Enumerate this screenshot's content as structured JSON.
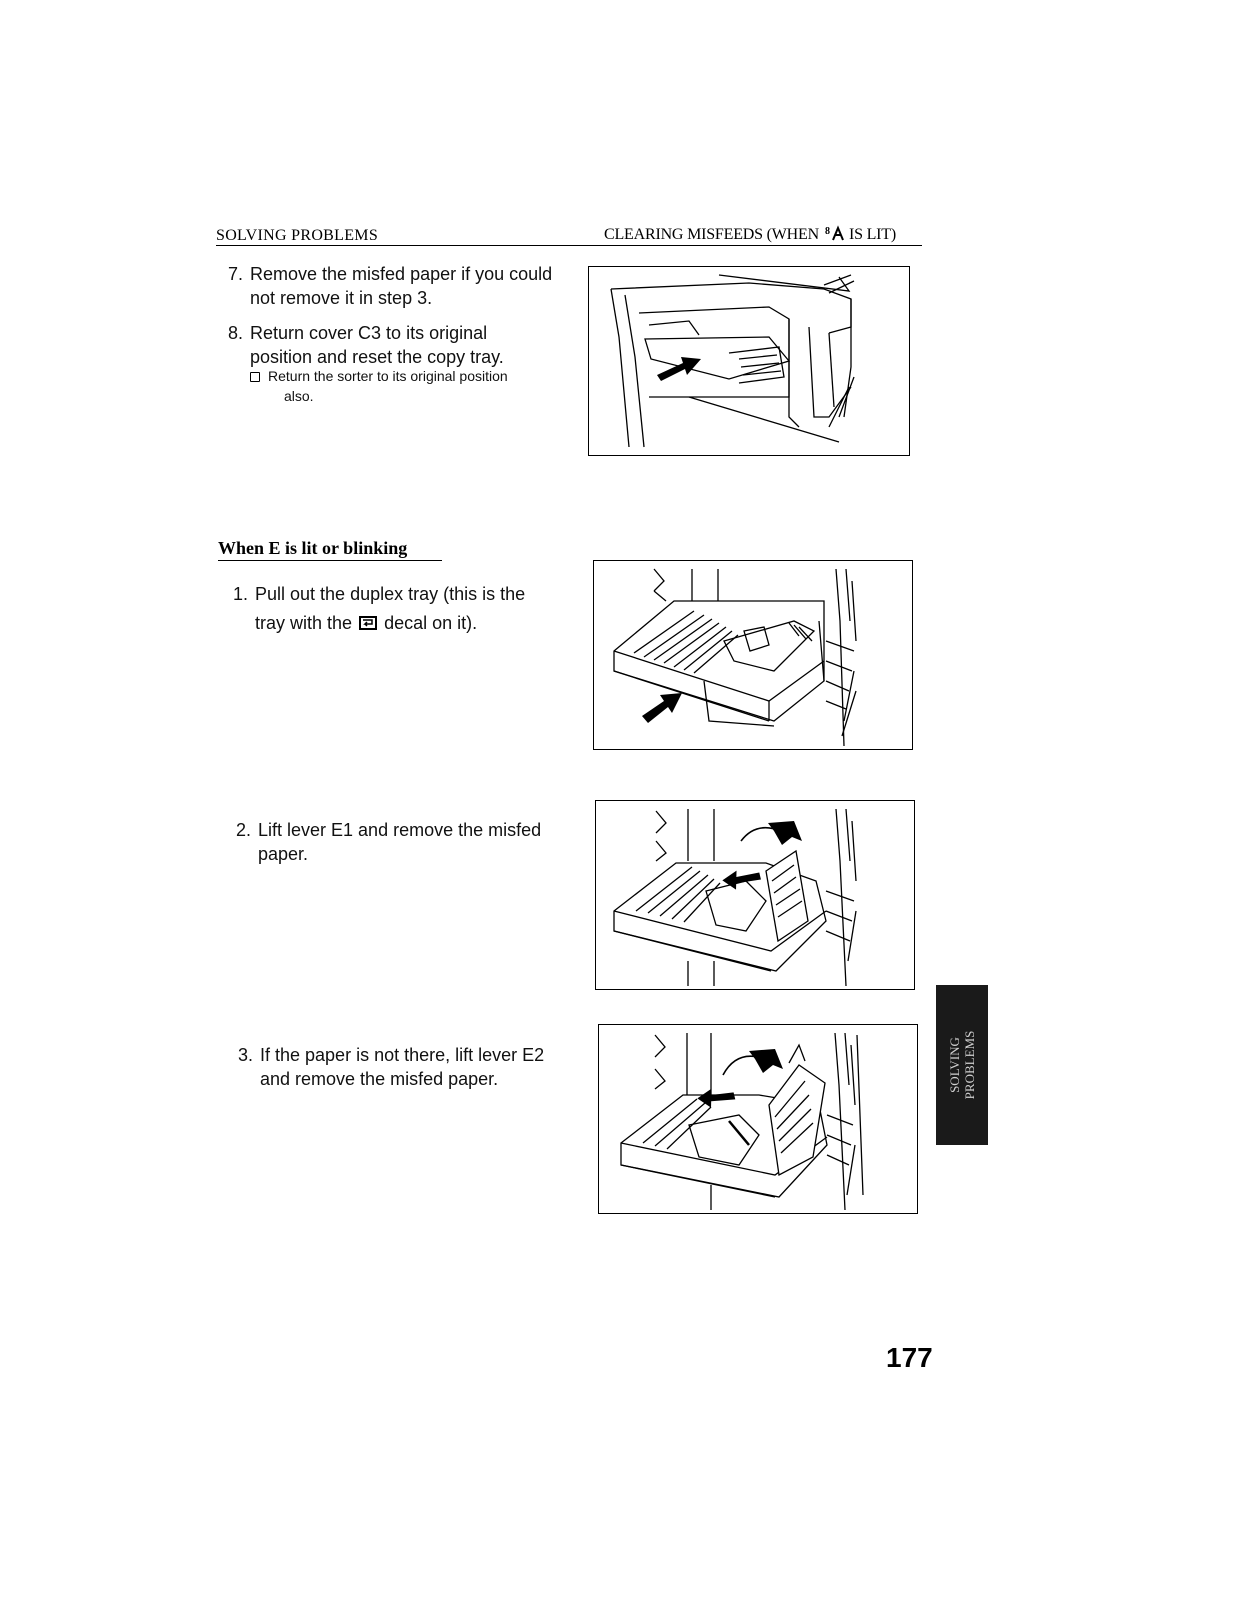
{
  "header": {
    "section": "SOLVING PROBLEMS",
    "title_prefix": "CLEARING MISFEEDS (WHEN",
    "title_suffix": "IS LIT)",
    "indicator_icon": "misfeed-indicator-icon"
  },
  "steps_a": [
    {
      "num": "7.",
      "lines": [
        "Remove the misfed paper if you could",
        "not remove it in step 3."
      ]
    },
    {
      "num": "8.",
      "lines": [
        "Return cover C3 to its original",
        "position and reset the copy tray."
      ]
    }
  ],
  "note_a": {
    "lines": [
      "Return the sorter to its original position",
      "also."
    ]
  },
  "section": {
    "title": "When E is lit or blinking"
  },
  "steps_b": [
    {
      "num": "1.",
      "line1": "Pull out the duplex tray (this is the",
      "line2_pre": "tray with the",
      "line2_post": "decal on it).",
      "decal_icon": "duplex-decal-icon"
    },
    {
      "num": "2.",
      "lines": [
        "Lift lever E1 and remove the misfed",
        "paper."
      ]
    },
    {
      "num": "3.",
      "lines": [
        "If the paper is not there, lift lever E2",
        "and remove the misfed paper."
      ]
    }
  ],
  "side_tab": {
    "line1": "SOLVING",
    "line2": "PROBLEMS"
  },
  "page_number": "177"
}
